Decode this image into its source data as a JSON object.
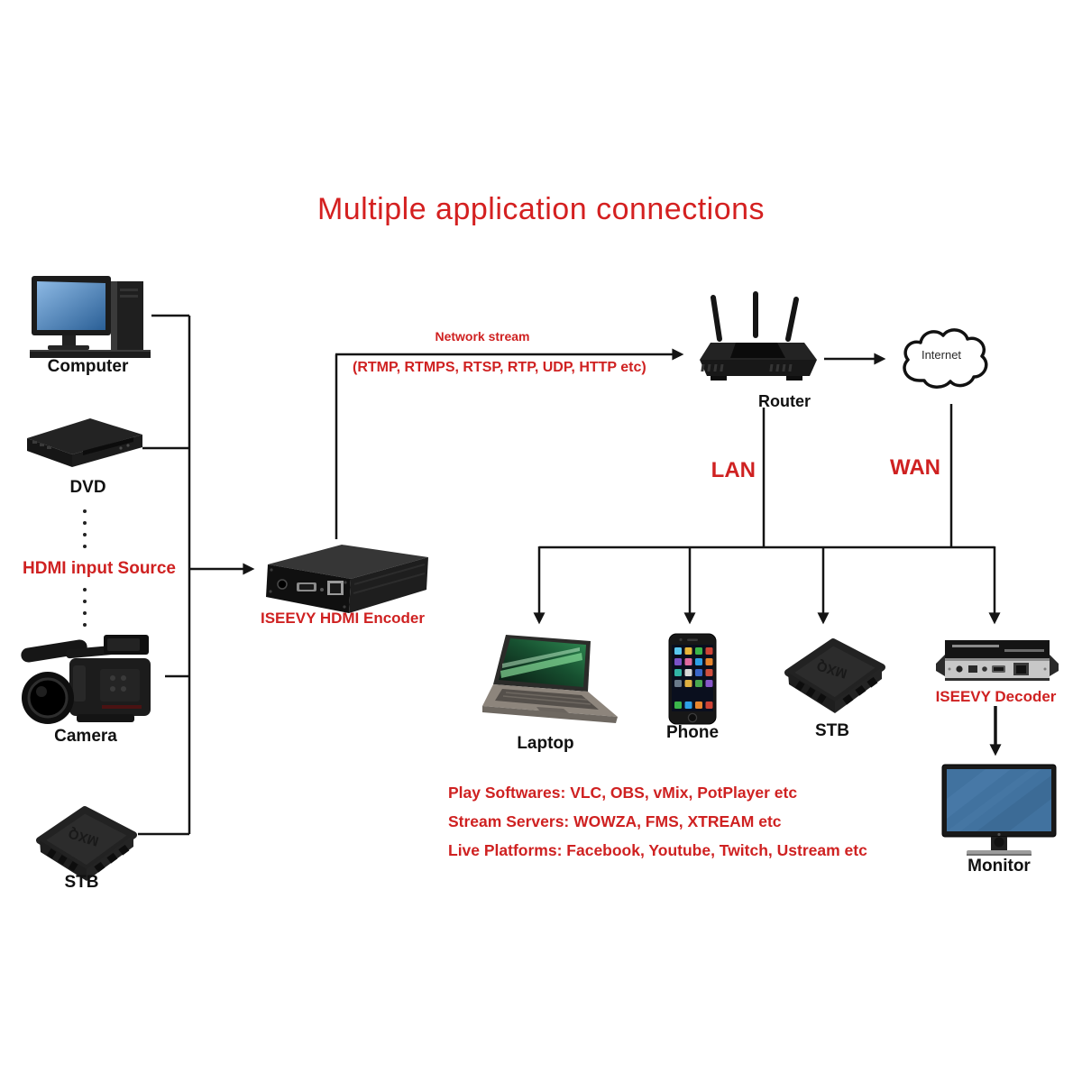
{
  "title": "Multiple application connections",
  "colors": {
    "accent_red": "#cf2121",
    "line_black": "#141414",
    "background": "#ffffff"
  },
  "sources": {
    "computer_label": "Computer",
    "dvd_label": "DVD",
    "hdmi_input_label": "HDMI input Source",
    "camera_label": "Camera",
    "stb_label": "STB"
  },
  "encoder": {
    "label": "ISEEVY HDMI Encoder"
  },
  "network": {
    "stream_label": "Network stream",
    "protocols": "(RTMP, RTMPS, RTSP, RTP, UDP, HTTP etc)",
    "router_label": "Router",
    "internet_label": "Internet",
    "lan_label": "LAN",
    "wan_label": "WAN"
  },
  "receivers": {
    "laptop_label": "Laptop",
    "phone_label": "Phone",
    "stb_label": "STB",
    "decoder_label": "ISEEVY Decoder",
    "monitor_label": "Monitor"
  },
  "footnotes": [
    "Play Softwares: VLC, OBS, vMix, PotPlayer etc",
    "Stream Servers: WOWZA, FMS, XTREAM etc",
    "Live Platforms: Facebook, Youtube, Twitch, Ustream etc"
  ]
}
